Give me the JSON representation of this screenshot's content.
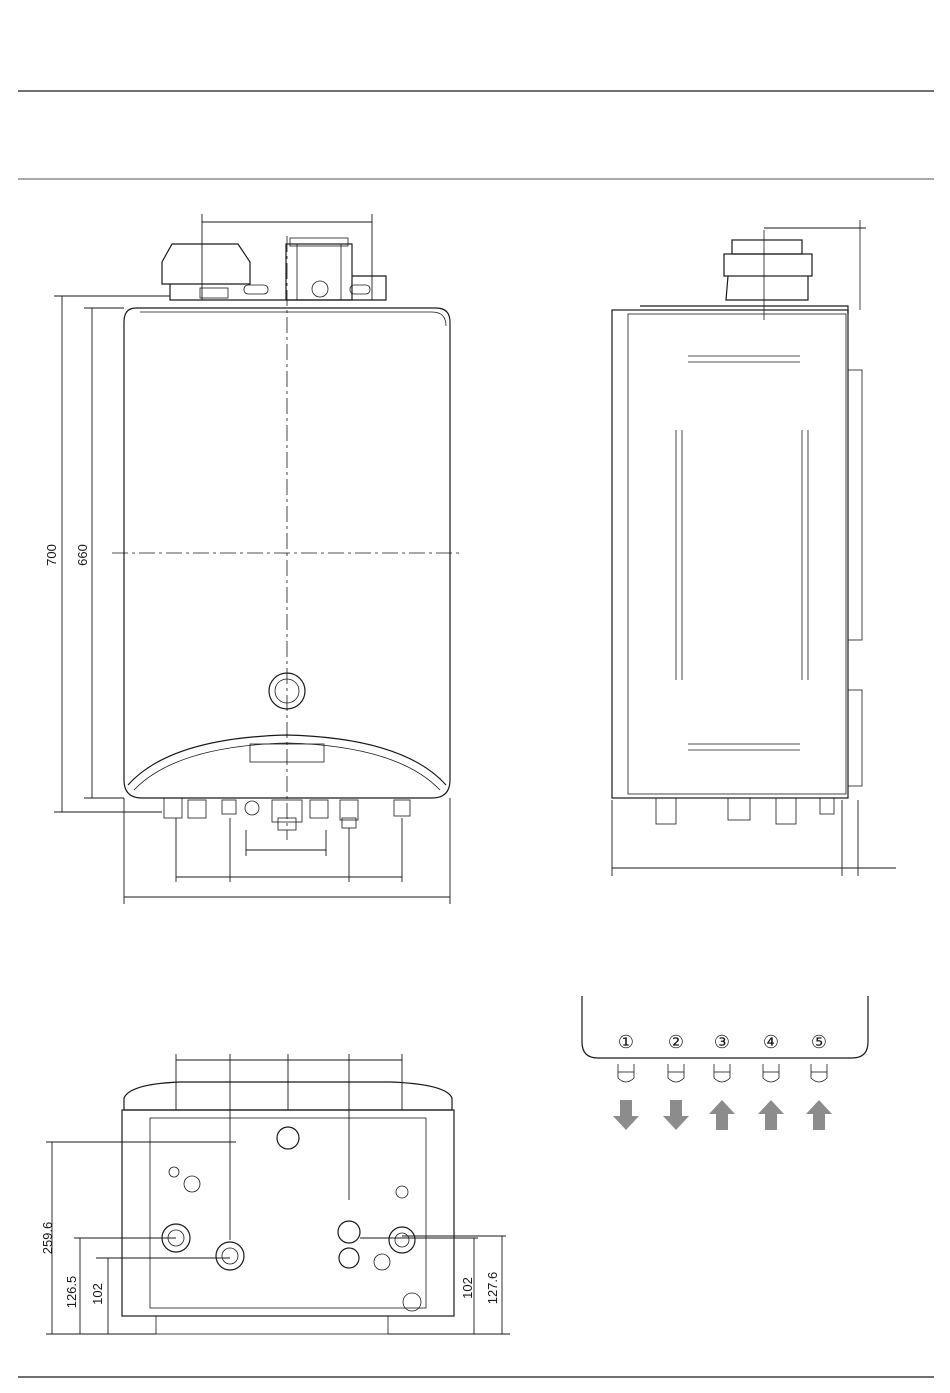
{
  "front_view": {
    "dim_total_height": "700",
    "dim_casing_height": "660"
  },
  "bottom_view": {
    "dim_left_a": "259.6",
    "dim_left_b": "126.5",
    "dim_left_c": "102",
    "dim_right_a": "102",
    "dim_right_b": "127.6"
  },
  "connections": {
    "labels": [
      "①",
      "②",
      "③",
      "④",
      "⑤"
    ],
    "directions": [
      "down",
      "down",
      "up",
      "up",
      "up"
    ],
    "arrow_color": "#8c8c8c"
  }
}
